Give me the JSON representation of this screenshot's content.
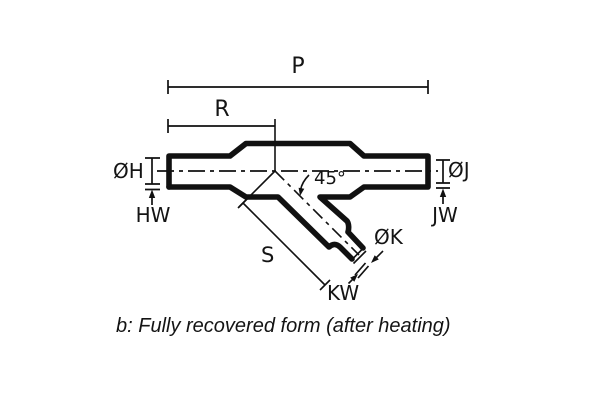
{
  "diagram": {
    "caption": "b: Fully recovered form (after heating)",
    "colors": {
      "line": "#111111",
      "background": "#ffffff"
    },
    "labels": {
      "overall_length": "P",
      "left_section_length": "R",
      "left_diameter": "ØH",
      "left_wall_thickness": "HW",
      "branch_angle": "45°",
      "right_diameter": "ØJ",
      "right_wall_thickness": "JW",
      "branch_length": "S",
      "branch_diameter": "ØK",
      "branch_wall_thickness": "KW"
    }
  }
}
